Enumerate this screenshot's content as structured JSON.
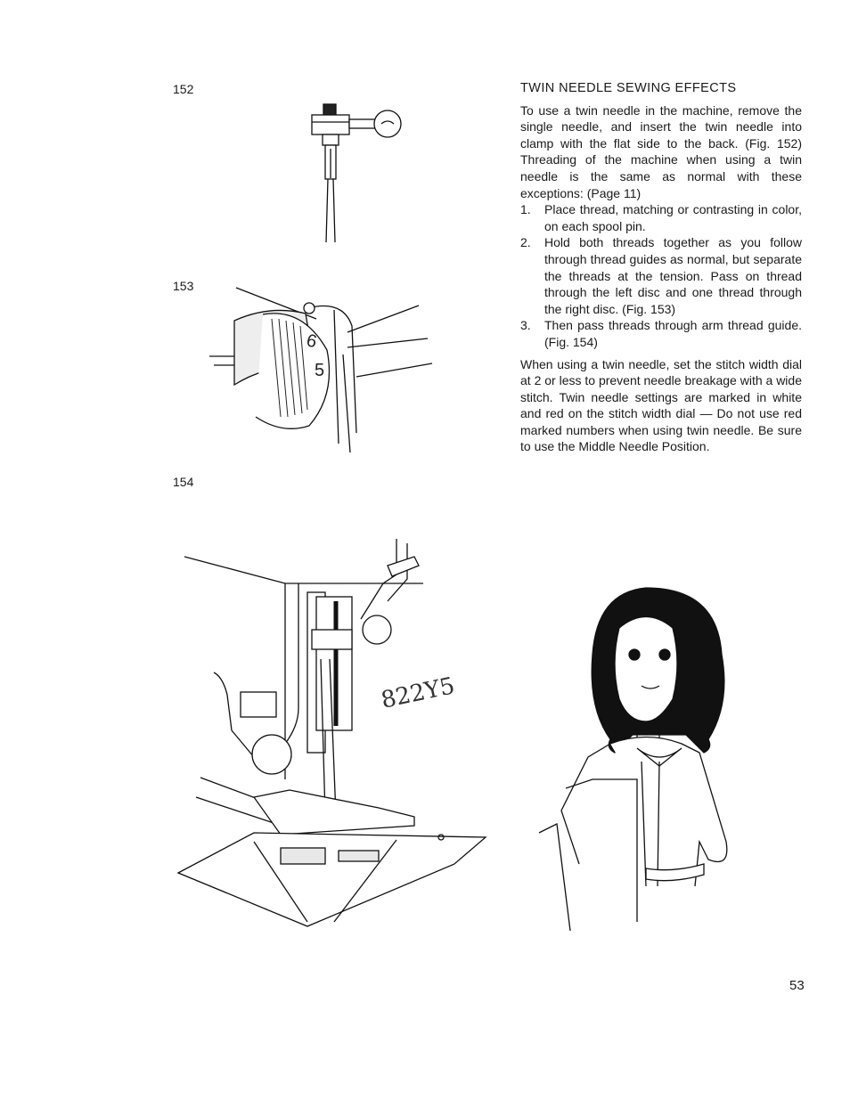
{
  "figures": {
    "fig152": "152",
    "fig153": "153",
    "fig154": "154"
  },
  "dial_numbers": [
    "6",
    "5"
  ],
  "handwriting": "822Y5",
  "section": {
    "heading": "TWIN NEEDLE SEWING EFFECTS",
    "intro": "To use a twin needle in the machine, remove the single needle, and insert the twin needle into clamp with the flat side to the back. (Fig. 152) Threading of the machine when using a twin needle is the same as normal with these exceptions: (Page 11)",
    "steps": [
      {
        "num": "1.",
        "text": "Place thread, matching or contrasting in color, on each spool pin."
      },
      {
        "num": "2.",
        "text": "Hold both threads together as you follow through thread guides as normal, but separate the threads at the tension. Pass on thread through the left disc and one thread through the right disc. (Fig. 153)"
      },
      {
        "num": "3.",
        "text": "Then pass threads through arm thread guide. (Fig. 154)"
      }
    ],
    "closing": "When using a twin needle, set the stitch width dial at 2 or less to prevent needle breakage with a wide stitch. Twin needle settings are marked in white and red on the stitch width dial — Do not use red marked numbers when using twin needle. Be sure to use the Middle Needle Position."
  },
  "page_number": "53"
}
